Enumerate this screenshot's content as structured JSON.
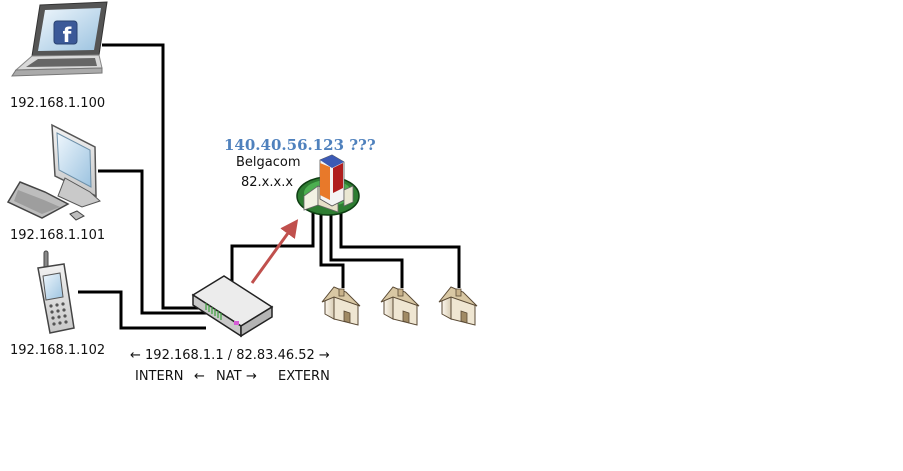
{
  "devices": {
    "laptop": {
      "ip": "192.168.1.100",
      "icon": "laptop-facebook-icon",
      "badge": "f"
    },
    "desktop": {
      "ip": "192.168.1.101",
      "icon": "desktop-computer-icon"
    },
    "phone": {
      "ip": "192.168.1.102",
      "icon": "mobile-phone-icon"
    }
  },
  "router": {
    "icon": "router-icon",
    "address_line": "← 192.168.1.1 / 82.83.46.52 →",
    "intern": "INTERN",
    "arrow_left": "←",
    "nat": "NAT",
    "arrow_right": "→",
    "extern": "EXTERN"
  },
  "isp": {
    "public_ip": "140.40.56.123 ???",
    "name": "Belgacom",
    "range": "82.x.x.x",
    "icon": "isp-building-icon"
  },
  "houses": [
    "house-icon",
    "house-icon",
    "house-icon"
  ],
  "colors": {
    "link": "#000000",
    "arrow": "#c0504d",
    "isp_ip": "#4f81bd",
    "isp_ring": "#2e7d32"
  }
}
